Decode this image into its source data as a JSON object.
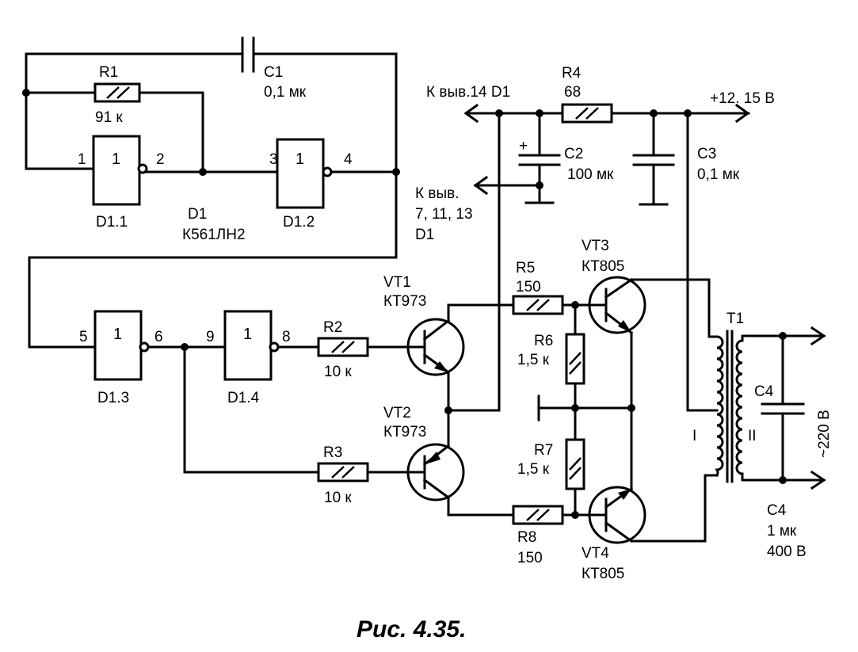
{
  "labels": {
    "r1": "R1",
    "r1_val": "91 к",
    "c1": "C1",
    "c1_val": "0,1 мк",
    "d1_1": "D1.1",
    "d1": "D1",
    "d1_type": "К561ЛН2",
    "d1_2": "D1.2",
    "pin1": "1",
    "pin2": "2",
    "pin3": "3",
    "pin4": "4",
    "pin5": "5",
    "pin6": "6",
    "pin9": "9",
    "pin8": "8",
    "gate_sym": "1",
    "d1_3": "D1.3",
    "d1_4": "D1.4",
    "r2": "R2",
    "r2_val": "10 к",
    "r3": "R3",
    "r3_val": "10 к",
    "vt1": "VT1",
    "vt1_type": "КТ973",
    "vt2": "VT2",
    "vt2_type": "КТ973",
    "vt3": "VT3",
    "vt3_type": "КТ805",
    "vt4": "VT4",
    "vt4_type": "КТ805",
    "r5": "R5",
    "r5_val": "150",
    "r6": "R6",
    "r6_val": "1,5 к",
    "r7": "R7",
    "r7_val": "1,5 к",
    "r8": "R8",
    "r8_val": "150",
    "r4": "R4",
    "r4_val": "68",
    "to_pin14": "К выв.14 D1",
    "to_pins_a": "К выв.",
    "to_pins_b": "7, 11, 13",
    "to_pins_c": "D1",
    "supply": "+12.  15 В",
    "c2": "C2",
    "c2_val": "100 мк",
    "plus": "+",
    "c3": "C3",
    "c3_val": "0,1 мк",
    "t1": "T1",
    "winding1": "I",
    "winding2": "II",
    "c4": "C4",
    "c4_note": "C4",
    "c4_val1": "1 мк",
    "c4_val2": "400 В",
    "out_voltage": "~220 В"
  },
  "caption": "Рис. 4.35."
}
